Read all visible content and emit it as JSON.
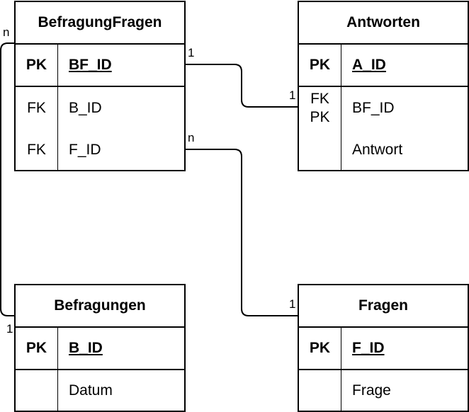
{
  "entities": {
    "befragungfragen": {
      "title": "BefragungFragen",
      "rows": [
        {
          "key": "PK",
          "field": "BF_ID"
        },
        {
          "key": "FK",
          "field": "B_ID"
        },
        {
          "key": "FK",
          "field": "F_ID"
        }
      ]
    },
    "antworten": {
      "title": "Antworten",
      "rows": [
        {
          "key": "PK",
          "field": "A_ID"
        },
        {
          "key_line1": "FK",
          "key_line2": "PK",
          "field": "BF_ID"
        },
        {
          "key": "",
          "field": "Antwort"
        }
      ]
    },
    "befragungen": {
      "title": "Befragungen",
      "rows": [
        {
          "key": "PK",
          "field": "B_ID"
        },
        {
          "key": "",
          "field": "Datum"
        }
      ]
    },
    "fragen": {
      "title": "Fragen",
      "rows": [
        {
          "key": "PK",
          "field": "F_ID"
        },
        {
          "key": "",
          "field": "Frage"
        }
      ]
    }
  },
  "relationships": {
    "bf_antworten": {
      "from_card": "1",
      "to_card": "1"
    },
    "bf_fragen": {
      "from_card": "n",
      "to_card": "1"
    },
    "bf_befragungen": {
      "from_card": "n",
      "to_card": "1"
    }
  }
}
